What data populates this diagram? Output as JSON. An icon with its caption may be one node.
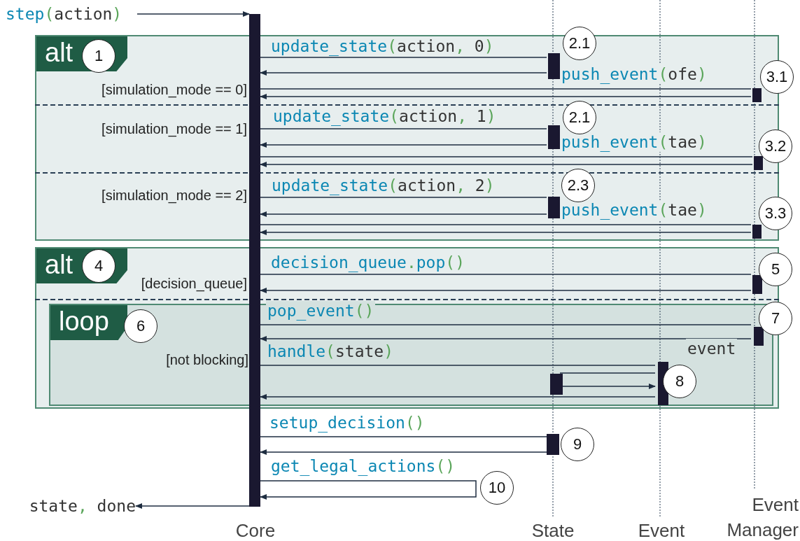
{
  "diagram": {
    "nodes": [
      {
        "text": [
          "Core"
        ]
      },
      {
        "text": [
          "State"
        ]
      },
      {
        "text": [
          "Event"
        ]
      },
      {
        "text": [
          "Event Manager"
        ]
      },
      {
        "text": [
          "alt",
          "[simulation_mode == 0]",
          "[simulation_mode == 1]",
          "[simulation_mode == 2]"
        ]
      },
      {
        "text": [
          "alt",
          "[decision_queue]"
        ]
      },
      {
        "text": [
          "loop",
          "[not blocking]"
        ],
        "in": 5
      },
      {
        "text": [
          "step(action)"
        ]
      },
      {
        "text": [
          "state, done"
        ]
      },
      {
        "text": [],
        "shape": "bar"
      },
      {
        "text": [],
        "shape": "bar",
        "in": 4
      },
      {
        "text": [],
        "shape": "bar",
        "in": 4
      },
      {
        "text": [],
        "shape": "bar",
        "in": 4
      },
      {
        "text": [],
        "shape": "bar",
        "in": 4
      },
      {
        "text": [],
        "shape": "bar",
        "in": 4
      },
      {
        "text": [],
        "shape": "bar",
        "in": 4
      },
      {
        "text": [],
        "shape": "bar",
        "in": 5
      },
      {
        "text": [],
        "shape": "bar",
        "in": 6
      },
      {
        "text": [],
        "shape": "bar",
        "in": 6
      },
      {
        "text": [],
        "shape": "bar",
        "in": 6
      },
      {
        "text": [],
        "shape": "bar"
      }
    ],
    "edges": [
      {
        "from": 7,
        "to": 9,
        "arrow": "to"
      },
      {
        "from": 9,
        "to": 10,
        "arrow": "none",
        "label": "update_state(action, 0)"
      },
      {
        "from": 10,
        "to": 9,
        "arrow": "to"
      },
      {
        "from": 9,
        "to": 11,
        "arrow": "none",
        "label": "push_event(ofe)"
      },
      {
        "from": 11,
        "to": 9,
        "arrow": "to"
      },
      {
        "from": 9,
        "to": 12,
        "arrow": "none",
        "label": "update_state(action, 1)"
      },
      {
        "from": 12,
        "to": 9,
        "arrow": "to"
      },
      {
        "from": 9,
        "to": 13,
        "arrow": "none",
        "label": "push_event(tae)"
      },
      {
        "from": 13,
        "to": 9,
        "arrow": "to"
      },
      {
        "from": 9,
        "to": 14,
        "arrow": "none",
        "label": "update_state(action, 2)"
      },
      {
        "from": 14,
        "to": 9,
        "arrow": "to"
      },
      {
        "from": 9,
        "to": 15,
        "arrow": "none",
        "label": "push_event(tae)"
      },
      {
        "from": 15,
        "to": 9,
        "arrow": "to"
      },
      {
        "from": 9,
        "to": 16,
        "arrow": "none",
        "label": "decision_queue.pop()"
      },
      {
        "from": 16,
        "to": 9,
        "arrow": "to"
      },
      {
        "from": 9,
        "to": 17,
        "arrow": "none",
        "label": "pop_event()"
      },
      {
        "from": 17,
        "to": 9,
        "arrow": "to",
        "label": "event"
      },
      {
        "from": 9,
        "to": 18,
        "arrow": "none",
        "label": "handle(state)"
      },
      {
        "from": 18,
        "to": 19,
        "arrow": "none"
      },
      {
        "from": 19,
        "to": 18,
        "arrow": "to"
      },
      {
        "from": 18,
        "to": 9,
        "arrow": "to"
      },
      {
        "from": 9,
        "to": 20,
        "arrow": "none",
        "label": "setup_decision()"
      },
      {
        "from": 20,
        "to": 9,
        "arrow": "to"
      },
      {
        "from": 9,
        "to": 9,
        "arrow": "to",
        "label": "get_legal_actions()"
      },
      {
        "from": 9,
        "to": 8,
        "arrow": "to"
      }
    ],
    "labels": [
      "1",
      "2.1",
      "3.1",
      "2.1",
      "3.2",
      "2.3",
      "3.3",
      "4",
      "5",
      "6",
      "7",
      "8",
      "9",
      "10"
    ]
  }
}
